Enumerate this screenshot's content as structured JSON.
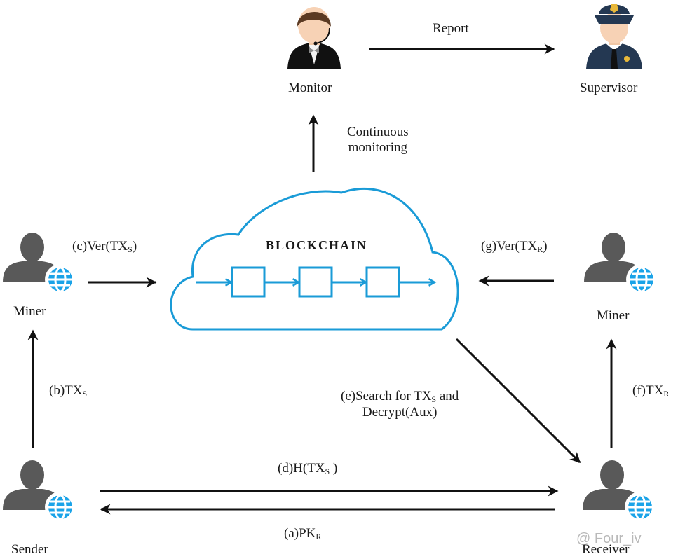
{
  "diagram": {
    "title": "Blockchain transaction supervision scheme",
    "colors": {
      "cloud": "#1a9bd7",
      "person": "#595959",
      "globe": "#1aa3e8",
      "arrow": "#111111"
    },
    "nodes": {
      "monitor": {
        "label": "Monitor",
        "icon": "monitor-headset-person"
      },
      "supervisor": {
        "label": "Supervisor",
        "icon": "police-officer"
      },
      "blockchain": {
        "label": "BLOCKCHAIN",
        "blocks": 3
      },
      "miner_left": {
        "label": "Miner",
        "icon": "user-globe"
      },
      "miner_right": {
        "label": "Miner",
        "icon": "user-globe"
      },
      "sender": {
        "label": "Sender",
        "icon": "user-globe"
      },
      "receiver": {
        "label": "Receiver",
        "icon": "user-globe"
      }
    },
    "edges": {
      "report": {
        "label": "Report",
        "from": "Monitor",
        "to": "Supervisor"
      },
      "continuous": {
        "line1": "Continuous",
        "line2": "monitoring",
        "from": "Blockchain",
        "to": "Monitor"
      },
      "c": {
        "prefix": "(c)Ver(TX",
        "sub": "S",
        "suffix": ")",
        "from": "Miner",
        "to": "Blockchain"
      },
      "g": {
        "prefix": "(g)Ver(TX",
        "sub": "R",
        "suffix": ")",
        "from": "Miner",
        "to": "Blockchain"
      },
      "b": {
        "prefix": "(b)TX",
        "sub": "S",
        "suffix": "",
        "from": "Sender",
        "to": "Miner"
      },
      "f": {
        "prefix": "(f)TX",
        "sub": "R",
        "suffix": "",
        "from": "Receiver",
        "to": "Miner"
      },
      "e": {
        "prefix": "(e)Search for TX",
        "sub": "S",
        "suffix": " and",
        "line2": "Decrypt(Aux)",
        "from": "Blockchain",
        "to": "Receiver"
      },
      "d": {
        "prefix": "(d)H(TX",
        "sub": "S",
        "suffix": " )",
        "from": "Sender",
        "to": "Receiver"
      },
      "a": {
        "prefix": "(a)PK",
        "sub": "R",
        "suffix": "",
        "from": "Receiver",
        "to": "Sender"
      }
    },
    "watermark": "@ Four_iv"
  }
}
